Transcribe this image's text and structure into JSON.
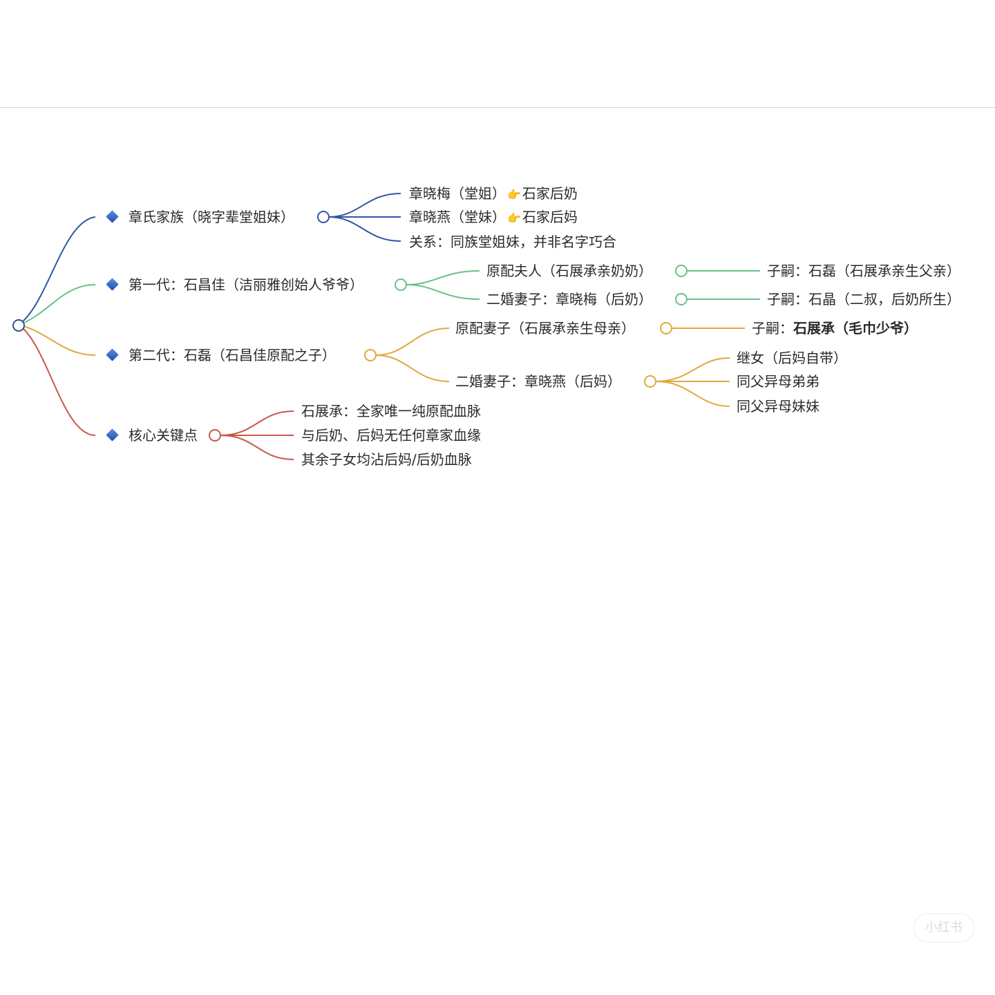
{
  "mindmap": {
    "colors": {
      "root": "#2f4e8f",
      "blue": "#2e56a8",
      "green": "#6bbf8a",
      "orange": "#e0a83a",
      "red": "#c8574a"
    },
    "branches": [
      {
        "label": "章氏家族（晓字辈堂姐妹）",
        "children": [
          {
            "name": "章晓梅（堂姐）",
            "target": "石家后奶"
          },
          {
            "name": "章晓燕（堂妹）",
            "target": "石家后妈"
          },
          {
            "text": "关系：同族堂姐妹，并非名字巧合"
          }
        ]
      },
      {
        "label": "第一代：石昌佳（洁丽雅创始人爷爷）",
        "children": [
          {
            "text": "原配夫人（石展承亲奶奶）",
            "sub": "子嗣：石磊（石展承亲生父亲）"
          },
          {
            "text": "二婚妻子：章晓梅（后奶）",
            "sub": "子嗣：石晶（二叔，后奶所生）"
          }
        ]
      },
      {
        "label": "第二代：石磊（石昌佳原配之子）",
        "children": [
          {
            "text": "原配妻子（石展承亲生母亲）",
            "sub_prefix": "子嗣：",
            "sub_bold": "石展承（毛巾少爷）"
          },
          {
            "text": "二婚妻子：章晓燕（后妈）",
            "subs": [
              "继女（后妈自带）",
              "同父异母弟弟",
              "同父异母妹妹"
            ]
          }
        ]
      },
      {
        "label": "核心关键点",
        "children": [
          {
            "text": "石展承：全家唯一纯原配血脉"
          },
          {
            "text": "与后奶、后妈无任何章家血缘"
          },
          {
            "text": "其余子女均沾后妈/后奶血脉"
          }
        ]
      }
    ]
  },
  "watermark": "小红书"
}
